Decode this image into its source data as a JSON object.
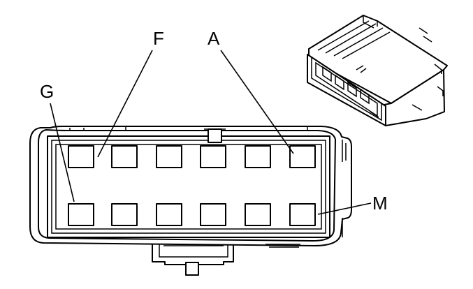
{
  "figure": {
    "labels": [
      {
        "id": "F",
        "text": "F"
      },
      {
        "id": "A",
        "text": "A"
      },
      {
        "id": "G",
        "text": "G"
      },
      {
        "id": "M",
        "text": "M"
      }
    ],
    "cavity_rows": 2,
    "cavity_columns": 6,
    "line_color": "#000000",
    "background_color": "#ffffff"
  }
}
